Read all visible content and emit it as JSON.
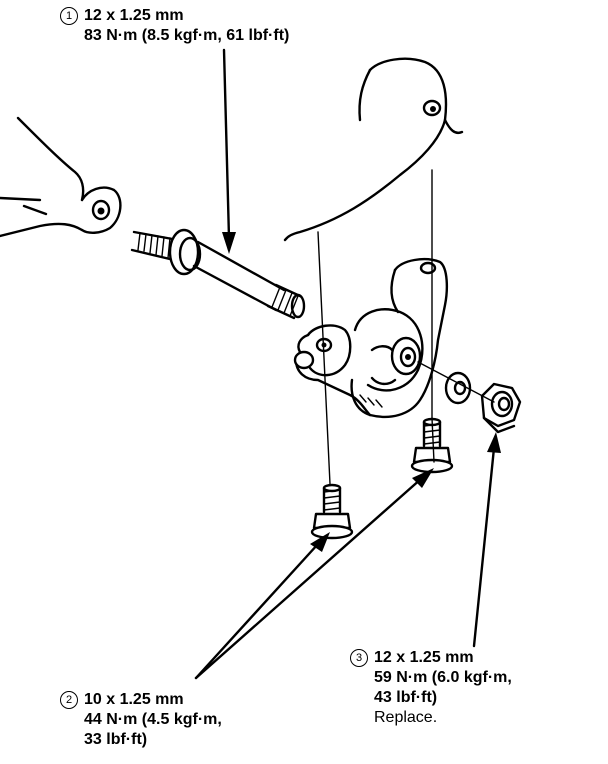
{
  "callouts": {
    "c1": {
      "number": "1",
      "lines": [
        "12 x 1.25 mm",
        "83 N·m (8.5 kgf·m, 61 lbf·ft)"
      ]
    },
    "c2": {
      "number": "2",
      "lines": [
        "10 x 1.25 mm",
        "44 N·m (4.5 kgf·m,",
        "33 lbf·ft)"
      ]
    },
    "c3": {
      "number": "3",
      "lines": [
        "12 x 1.25 mm",
        "59 N·m (6.0 kgf·m,",
        "43 lbf·ft)"
      ],
      "note": "Replace."
    }
  }
}
